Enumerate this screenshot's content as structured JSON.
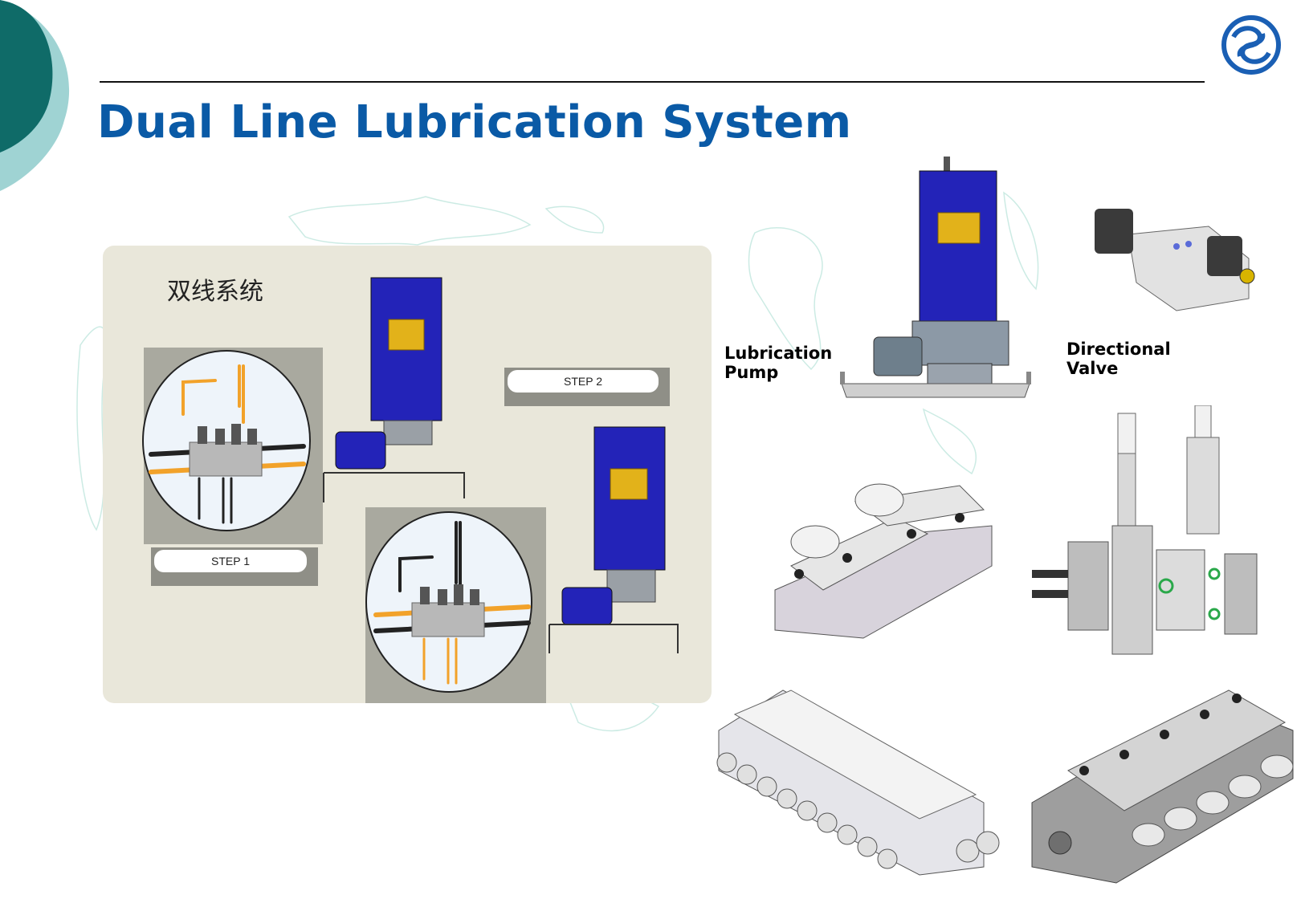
{
  "slide": {
    "title": "Dual Line Lubrication System",
    "colors": {
      "title": "#0a5aa6",
      "accent_dark": "#0f6b68",
      "accent_light": "#9fd3d3",
      "pump_blue": "#2323b8",
      "panel_bg": "#e9e7da"
    }
  },
  "diagram": {
    "heading": "双线系统",
    "step1_label": "STEP 1",
    "step2_label": "STEP 2"
  },
  "captions": {
    "pump_line1": "Lubrication",
    "pump_line2": "Pump",
    "valve_line1": "Directional",
    "valve_line2": "Valve"
  },
  "icons": [
    "company-logo-icon",
    "corner-decoration",
    "world-map-background"
  ]
}
